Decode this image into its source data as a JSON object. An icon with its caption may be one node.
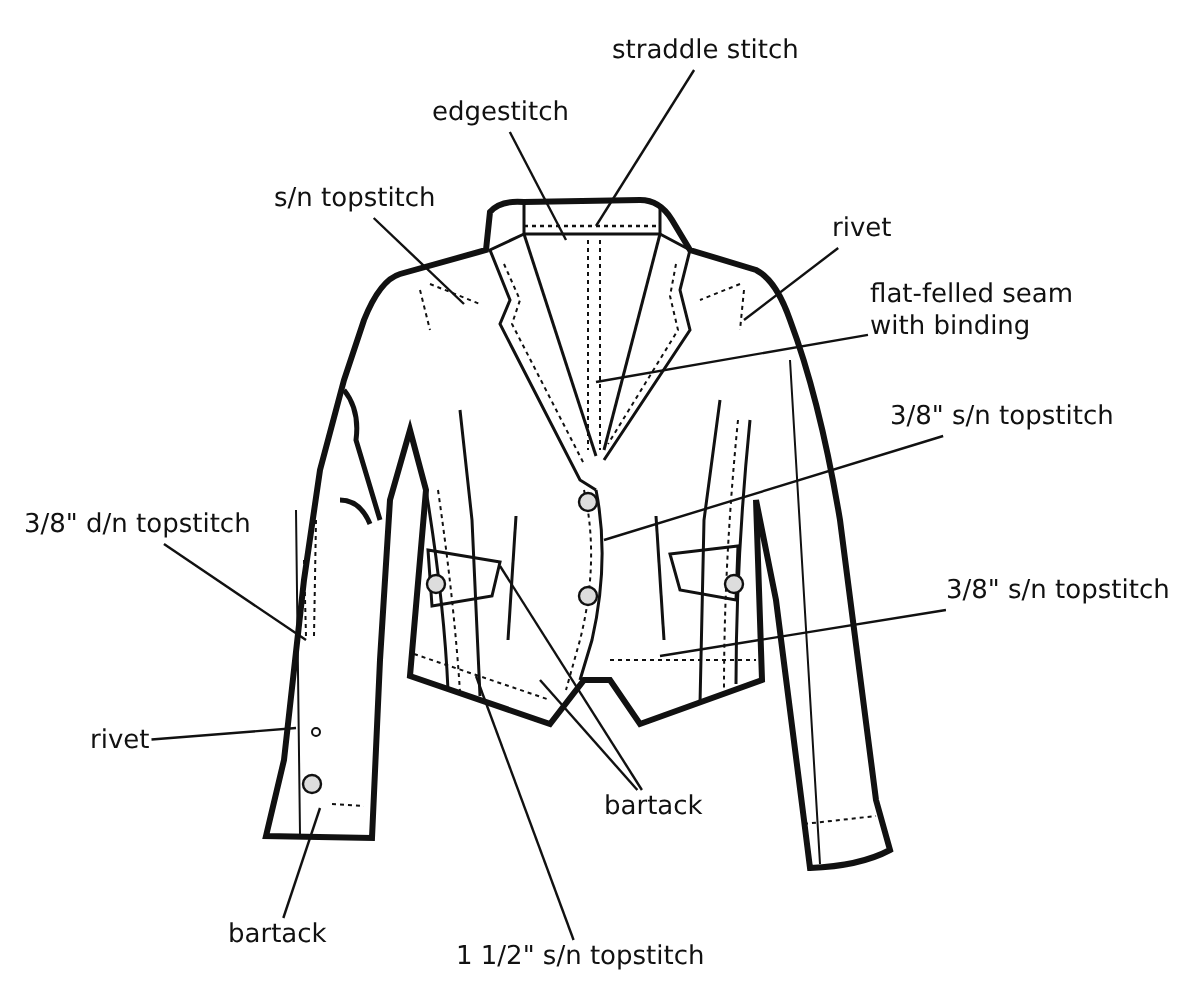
{
  "diagram": {
    "nodes": [
      {
        "text": [
          "straddle stitch"
        ]
      },
      {
        "text": [
          "edgestitch"
        ]
      },
      {
        "text": [
          "s/n topstitch"
        ]
      },
      {
        "text": [
          "rivet"
        ]
      },
      {
        "text": [
          "flat-felled seam with binding"
        ]
      },
      {
        "text": [
          "3/8\" s/n topstitch"
        ]
      },
      {
        "text": [
          "3/8\" d/n topstitch"
        ]
      },
      {
        "text": [
          "3/8\" s/n topstitch"
        ]
      },
      {
        "text": [
          "rivet"
        ]
      },
      {
        "text": [
          "bartack"
        ]
      },
      {
        "text": [
          "bartack"
        ]
      },
      {
        "text": [
          "1 1/2\" s/n topstitch"
        ]
      }
    ],
    "edges": [
      {
        "from": 0,
        "to": null,
        "arrow": "none"
      },
      {
        "from": 1,
        "to": null,
        "arrow": "none"
      },
      {
        "from": 2,
        "to": null,
        "arrow": "none"
      },
      {
        "from": 3,
        "to": null,
        "arrow": "none"
      },
      {
        "from": 4,
        "to": null,
        "arrow": "none"
      },
      {
        "from": 5,
        "to": null,
        "arrow": "none"
      },
      {
        "from": 6,
        "to": null,
        "arrow": "none"
      },
      {
        "from": 7,
        "to": null,
        "arrow": "none"
      },
      {
        "from": 8,
        "to": null,
        "arrow": "none"
      },
      {
        "from": 9,
        "to": null,
        "arrow": "none"
      },
      {
        "from": 9,
        "to": null,
        "arrow": "none"
      },
      {
        "from": 10,
        "to": null,
        "arrow": "none"
      },
      {
        "from": 11,
        "to": null,
        "arrow": "none"
      }
    ]
  }
}
